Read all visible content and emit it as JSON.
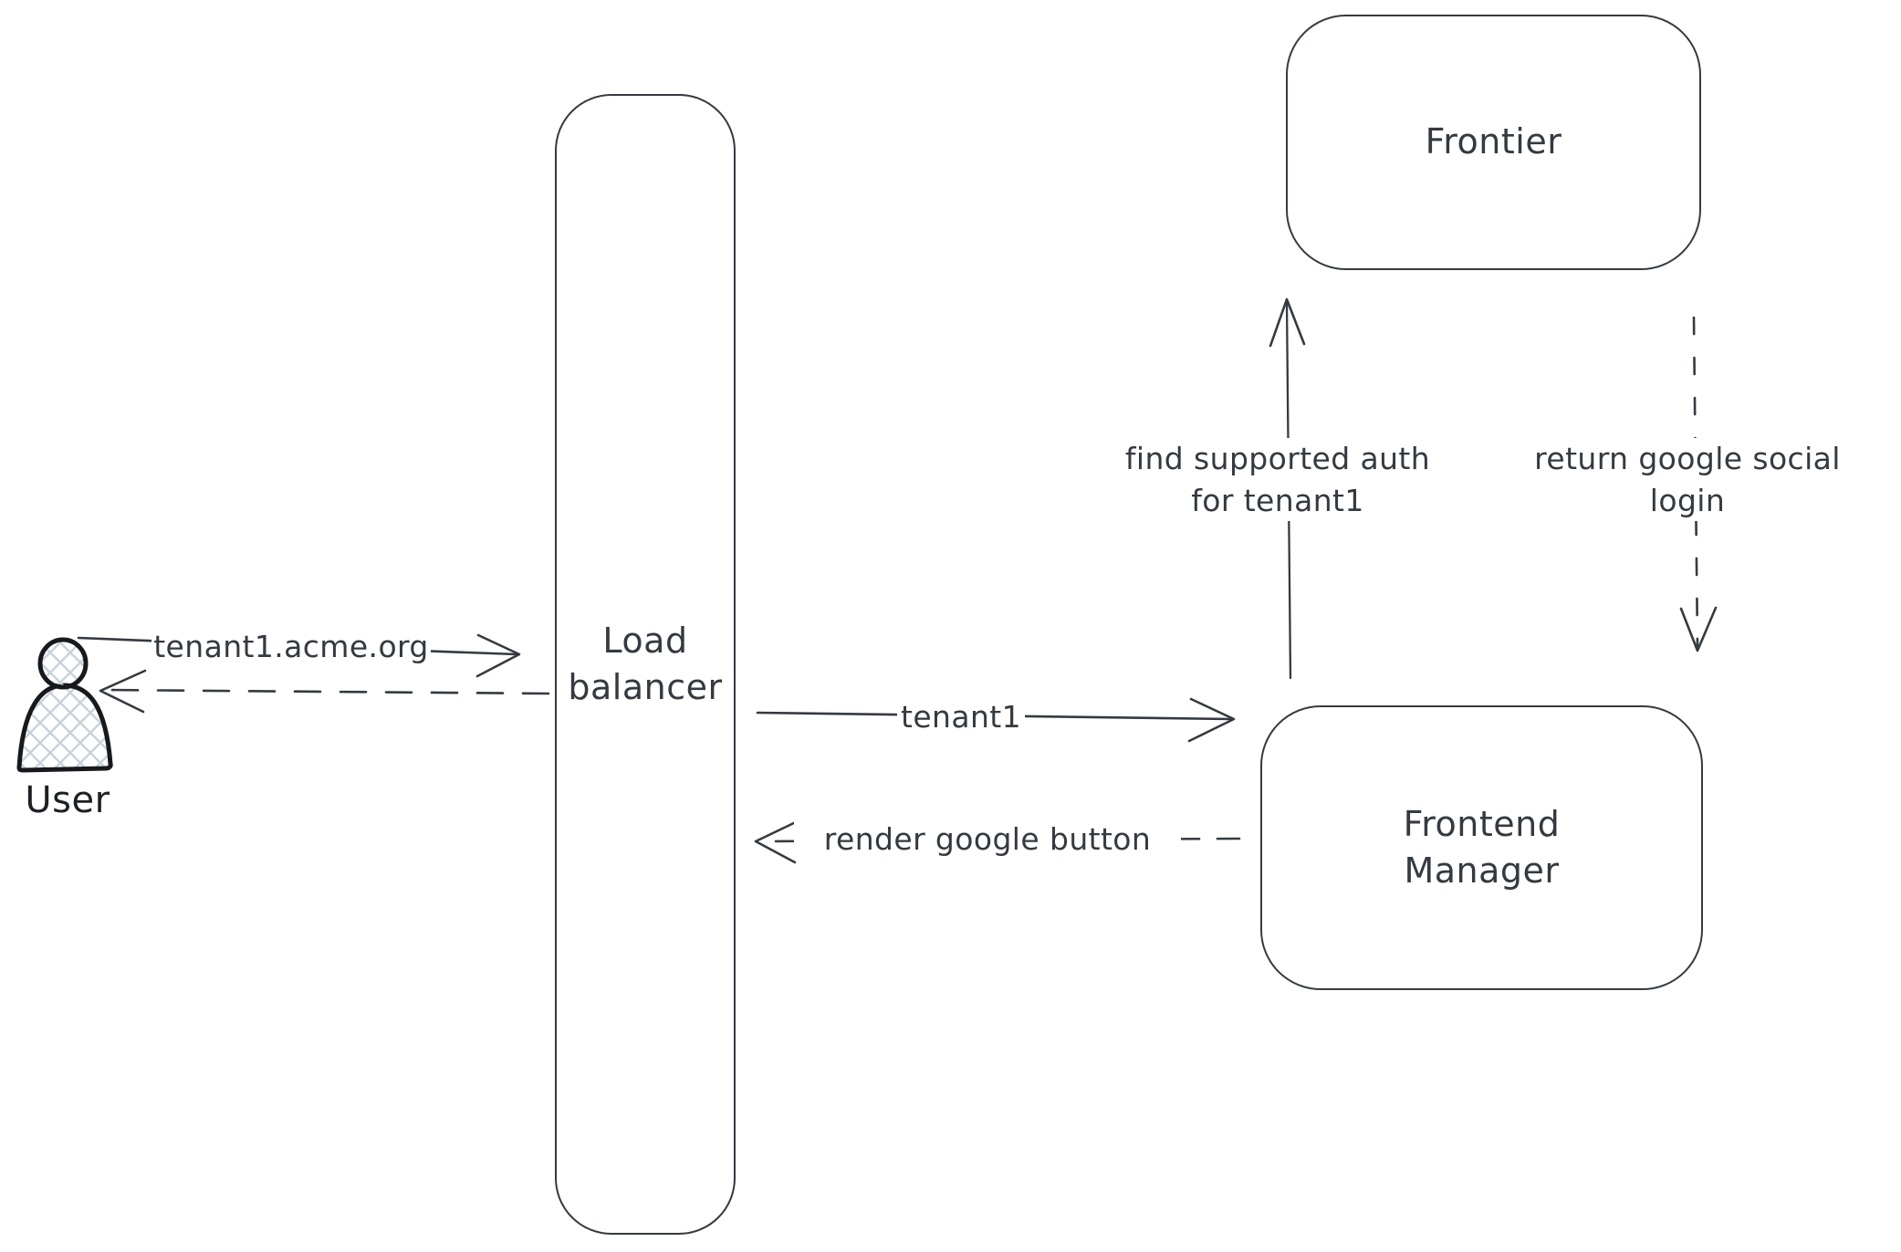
{
  "canvas": {
    "background_color": "#ffffff",
    "stroke_color": "#343a40",
    "actor_stroke_color": "#17191d",
    "hatch_fill_color": "#c9d2da"
  },
  "nodes": {
    "user": {
      "label": "User"
    },
    "load_balancer": {
      "label": "Load\nbalancer"
    },
    "frontier": {
      "label": "Frontier"
    },
    "frontend_manager": {
      "label": "Frontend\nManager"
    }
  },
  "edges": {
    "user_request": {
      "label": "tenant1.acme.org",
      "line": "solid",
      "from": "User",
      "to": "Load balancer"
    },
    "lb_response": {
      "label": "",
      "line": "dashed",
      "from": "Load balancer",
      "to": "User"
    },
    "lb_to_frontend_manager": {
      "label": "tenant1",
      "line": "solid",
      "from": "Load balancer",
      "to": "Frontend Manager"
    },
    "frontend_manager_to_lb": {
      "label": "render google button",
      "line": "dashed",
      "from": "Frontend Manager",
      "to": "Load balancer"
    },
    "frontend_manager_to_frontier": {
      "label": "find supported auth\nfor tenant1",
      "line": "solid",
      "from": "Frontend Manager",
      "to": "Frontier"
    },
    "frontier_to_frontend_manager": {
      "label": "return google social\nlogin",
      "line": "dashed",
      "from": "Frontier",
      "to": "Frontend Manager"
    }
  }
}
